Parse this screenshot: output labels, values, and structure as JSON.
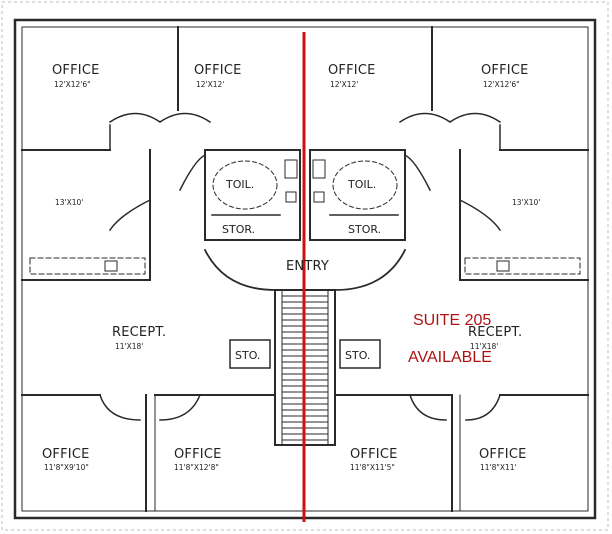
{
  "labels": {
    "office_tl": "OFFICE",
    "dim_tl": "12'X12'6\"",
    "office_tcl": "OFFICE",
    "dim_tcl": "12'X12'",
    "office_tcr": "OFFICE",
    "dim_tcr": "12'X12'",
    "office_tr": "OFFICE",
    "dim_tr": "12'X12'6\"",
    "dim_ml": "13'X10'",
    "dim_mr": "13'X10'",
    "toil_l": "TOIL.",
    "toil_r": "TOIL.",
    "stor_l": "STOR.",
    "stor_r": "STOR.",
    "entry": "ENTRY",
    "recept_l": "RECEPT.",
    "dim_recept_l": "11'X18'",
    "recept_r": "RECEPT.",
    "dim_recept_r": "11'X18'",
    "sto_l": "STO.",
    "sto_r": "STO.",
    "office_bl": "OFFICE",
    "dim_bl": "11'8\"X9'10\"",
    "office_bcl": "OFFICE",
    "dim_bcl": "11'8\"X12'8\"",
    "office_bcr": "OFFICE",
    "dim_bcr": "11'8\"X11'5\"",
    "office_br": "OFFICE",
    "dim_br": "11'8\"X11'"
  },
  "suite": {
    "title": "SUITE 205",
    "status": "AVAILABLE",
    "color": "#b01212"
  },
  "divider_color": "#cc1111"
}
